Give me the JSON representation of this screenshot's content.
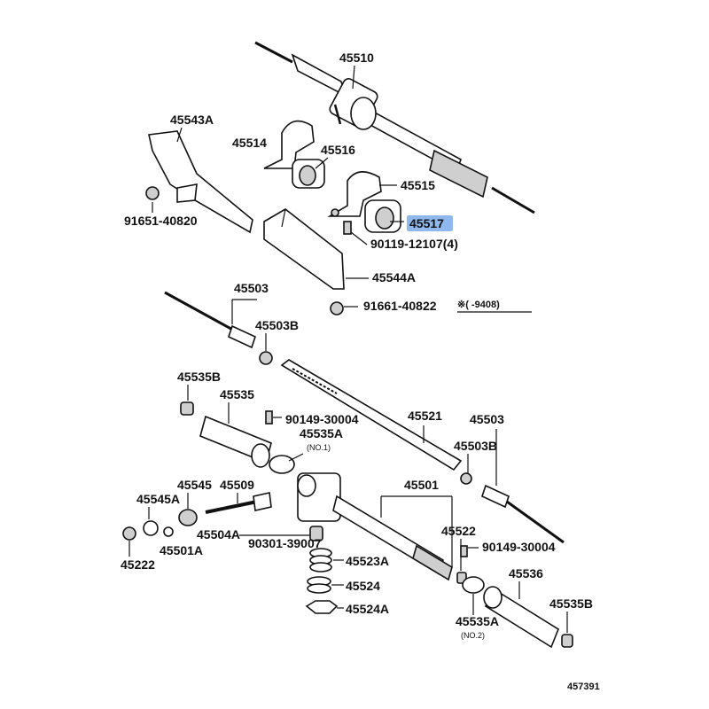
{
  "colors": {
    "highlight": "#8fb8ef",
    "ink": "#111111"
  },
  "labels": {
    "p45510": "45510",
    "p45543A": "45543A",
    "p45514": "45514",
    "p45516": "45516",
    "p45515": "45515",
    "p45517": "45517",
    "p90119": "90119-12107(4)",
    "p91651": "91651-40820",
    "p45544A": "45544A",
    "p91661": "91661-40822",
    "note_mark": "※(   -9408)",
    "p45503_top": "45503",
    "p45503B_top": "45503B",
    "p45535B_left": "45535B",
    "p45535": "45535",
    "p90149_top": "90149-30004",
    "p45535A_top": "45535A",
    "no1": "(NO.1)",
    "p45521": "45521",
    "p45503_right": "45503",
    "p45503B_right": "45503B",
    "p45545A": "45545A",
    "p45545": "45545",
    "p45509": "45509",
    "p45501": "45501",
    "p45504A": "45504A",
    "p90301": "90301-39007",
    "p45501A": "45501A",
    "p45222": "45222",
    "p45522": "45522",
    "p90149_right": "90149-30004",
    "p45523A": "45523A",
    "p45524": "45524",
    "p45524A": "45524A",
    "p45536": "45536",
    "p45535B_right": "45535B",
    "p45535A_bottom": "45535A",
    "no2": "(NO.2)",
    "figure_no": "457391"
  }
}
